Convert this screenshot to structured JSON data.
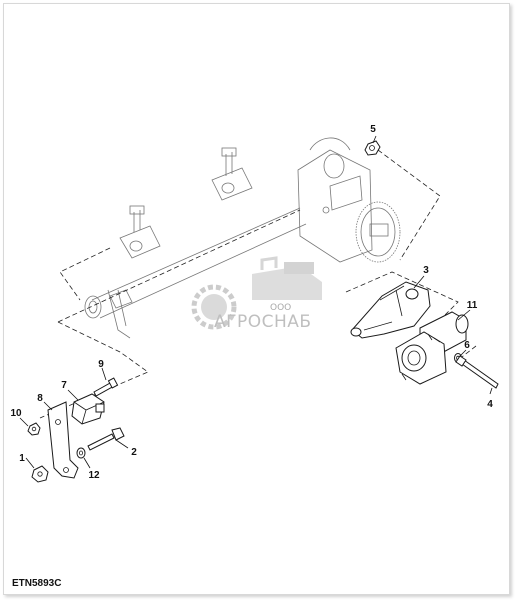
{
  "diagram": {
    "code": "ETN5893C",
    "callouts": [
      "1",
      "2",
      "3",
      "4",
      "5",
      "6",
      "7",
      "8",
      "9",
      "10",
      "11",
      "12"
    ]
  },
  "watermark": {
    "org": "ООО",
    "name": "АГРОСНАБ"
  },
  "colors": {
    "line": "#1a1a1a",
    "ghost": "#777777",
    "watermark": "#b5b5b5"
  }
}
